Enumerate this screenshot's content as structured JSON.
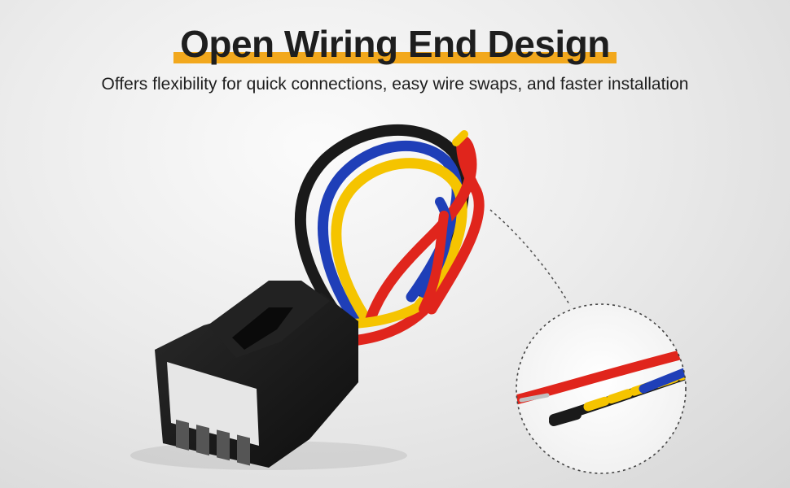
{
  "header": {
    "title": "Open Wiring End Design",
    "subtitle": "Offers flexibility for quick connections, easy wire swaps, and faster installation"
  },
  "colors": {
    "accent": "#f2a81d",
    "wire_red": "#e0251c",
    "wire_yellow": "#f5c400",
    "wire_blue": "#1f3fb8",
    "wire_black": "#1a1a1a",
    "connector": "#1b1b1b"
  },
  "icons": {
    "product": "wiring-harness-connector",
    "zoom": "magnified-wire-ends-circle"
  }
}
